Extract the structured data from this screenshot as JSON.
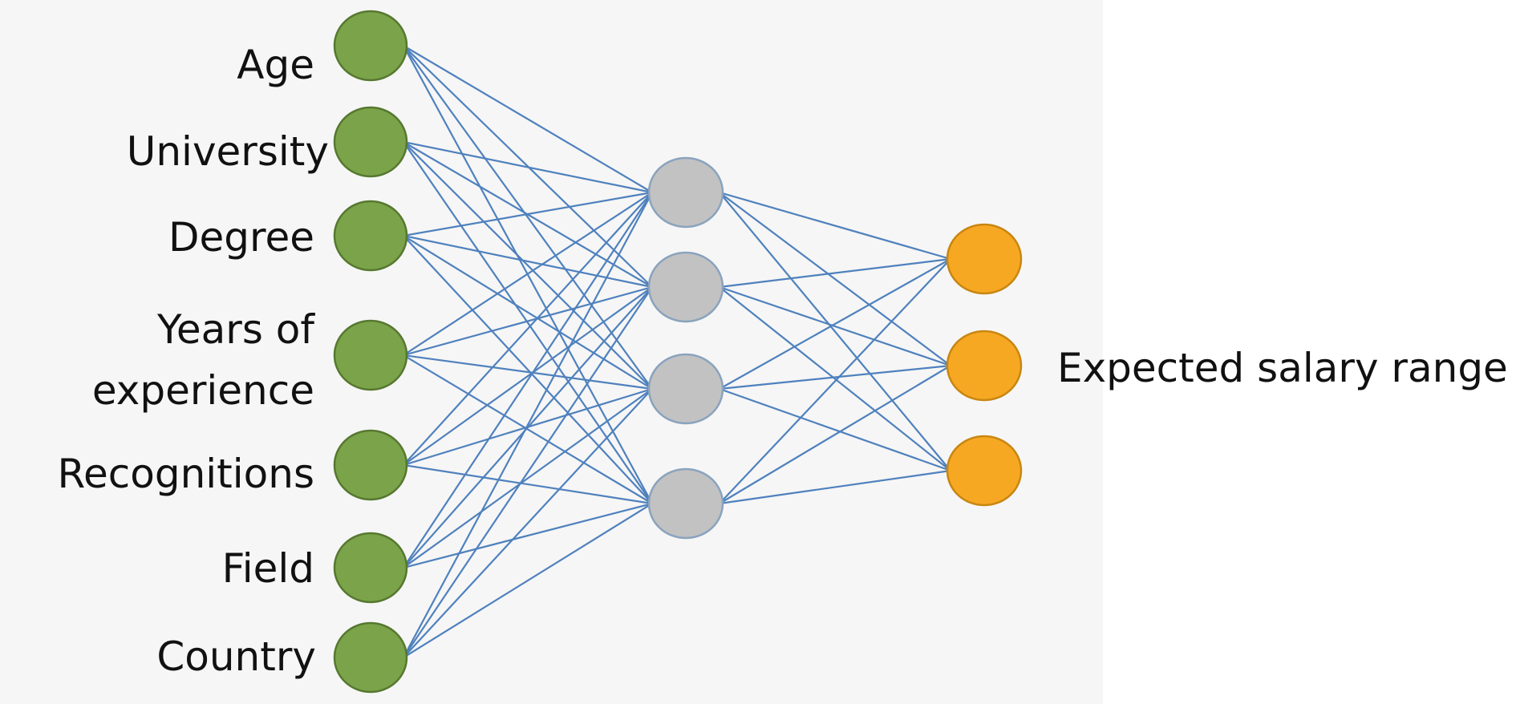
{
  "input_labels": {
    "age": "Age",
    "university": "University",
    "degree": "Degree",
    "experience_line1": "Years of",
    "experience_line2": "experience",
    "recognitions": "Recognitions",
    "field": "Field",
    "country": "Country"
  },
  "output_label": "Expected salary range",
  "layers": {
    "input": {
      "count": 7,
      "fill": "#7ba34a",
      "stroke": "#56782f"
    },
    "hidden": {
      "count": 4,
      "fill": "#c2c2c2",
      "stroke": "#8aa3bd"
    },
    "output": {
      "count": 3,
      "fill": "#f7a823",
      "stroke": "#c88610"
    }
  },
  "connection_color": "#4f81bd"
}
